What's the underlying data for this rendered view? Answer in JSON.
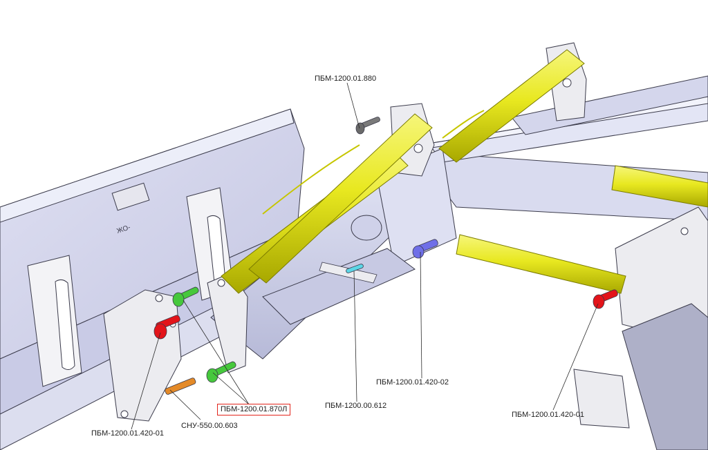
{
  "callouts": {
    "pin_880": "ПБМ-1200.01.880",
    "pin_870l": "ПБМ-1200.01.870Л",
    "pin_612": "ПБМ-1200.00.612",
    "pin_420_02": "ПБМ-1200.01.420-02",
    "pin_420_01_left": "ПБМ-1200.01.420-01",
    "pin_420_01_right": "ПБМ-1200.01.420-01",
    "pin_550_603": "СНУ-550.00.603"
  },
  "colors": {
    "frame": "#d6d8ee",
    "frame_dark": "#b3b6d6",
    "plate": "#e9e9ee",
    "cylinder": "#e8e820",
    "cylinder_dark": "#b8b800",
    "pin_red": "#e3141a",
    "pin_green": "#46c83c",
    "pin_blue": "#6f6fe8",
    "pin_cyan": "#5cd6e6",
    "pin_orange": "#e48a28",
    "outline": "#3a3a4a",
    "callout_box": "#e2231a"
  }
}
